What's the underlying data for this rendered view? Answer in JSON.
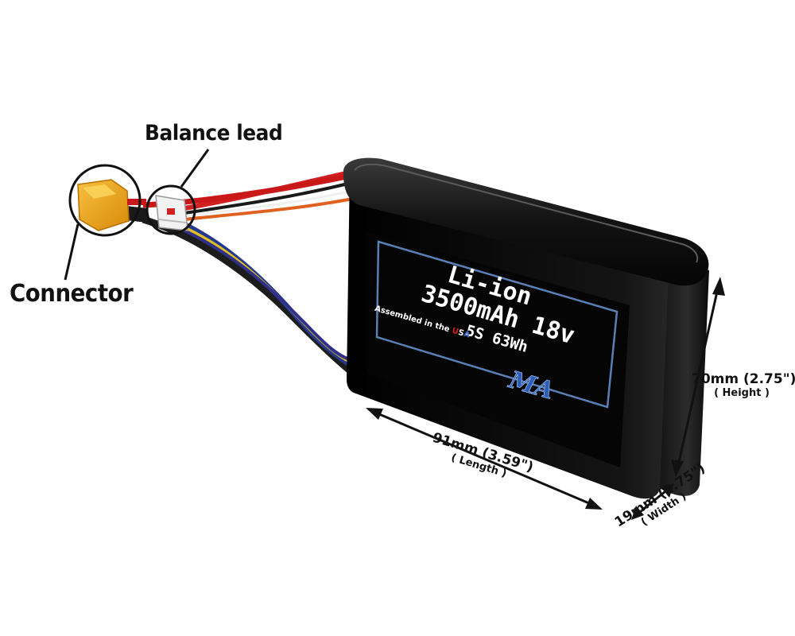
{
  "callouts": {
    "balance_lead": "Balance lead",
    "connector": "Connector"
  },
  "battery_label": {
    "chemistry": "Li-ion",
    "capacity_voltage": "3500mAh 18v",
    "config": "5S 63Wh",
    "assembled_prefix": "Assembled in the ",
    "assembled_u": "U",
    "assembled_s": "S",
    "assembled_a": "A",
    "brand_logo_text": "MA"
  },
  "dimensions": {
    "height_main": "70mm (2.75\")",
    "height_sub": "( Height )",
    "length_main": "91mm (3.59\")",
    "length_sub": "( Length )",
    "width_main": "19mm (0.75\")",
    "width_sub": "( Width )"
  },
  "colors": {
    "battery_body": "#0c0c0c",
    "label_border": "#5a7fb5",
    "connector": "#f0a818",
    "usa_red": "#d42020",
    "usa_white": "#ffffff",
    "usa_blue": "#3b6fd6",
    "logo_blue": "#2d5fb8",
    "wire_red": "#d22020",
    "wire_black": "#1a1a1a",
    "wire_blue": "#253890",
    "wire_yellow": "#e0c020",
    "wire_orange": "#e06020",
    "wire_white": "#f0f0f0"
  }
}
